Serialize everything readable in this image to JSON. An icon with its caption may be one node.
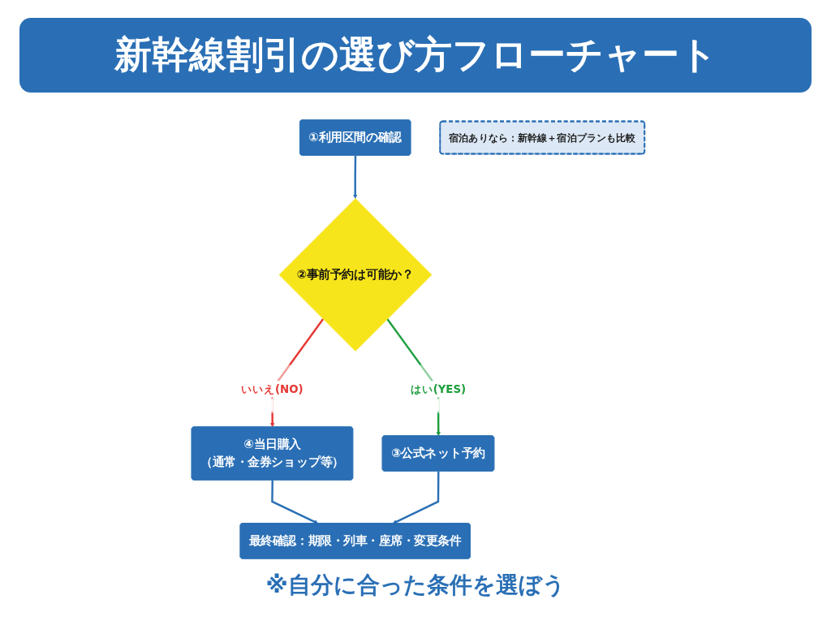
{
  "diagram": {
    "title": "新幹線割引の選び方フローチャート",
    "nodes": [
      {
        "text": [
          "①利用区間の確認"
        ]
      },
      {
        "text": [
          "②事前予約は可能か？"
        ]
      },
      {
        "text": [
          "④当日購入",
          "（通常・金券ショップ等）"
        ]
      },
      {
        "text": [
          "③公式ネット予約"
        ]
      },
      {
        "text": [
          "宿泊ありなら：新幹線＋宿泊プランも比較"
        ]
      },
      {
        "text": [
          "最終確認：期限・列車・座席・変更条件"
        ]
      }
    ],
    "edges": [
      {
        "from": 0,
        "to": 1,
        "arrow": "to"
      },
      {
        "from": 1,
        "to": 2,
        "arrow": "to",
        "label": "いいえ(NO)",
        "color": "#e53935"
      },
      {
        "from": 1,
        "to": 3,
        "arrow": "to",
        "label": "はい(YES)",
        "color": "#1e9e3e"
      },
      {
        "from": 2,
        "to": 5,
        "arrow": "to"
      },
      {
        "from": 3,
        "to": 5,
        "arrow": "to"
      }
    ],
    "caption": "※自分に合った条件を選ぼう"
  }
}
